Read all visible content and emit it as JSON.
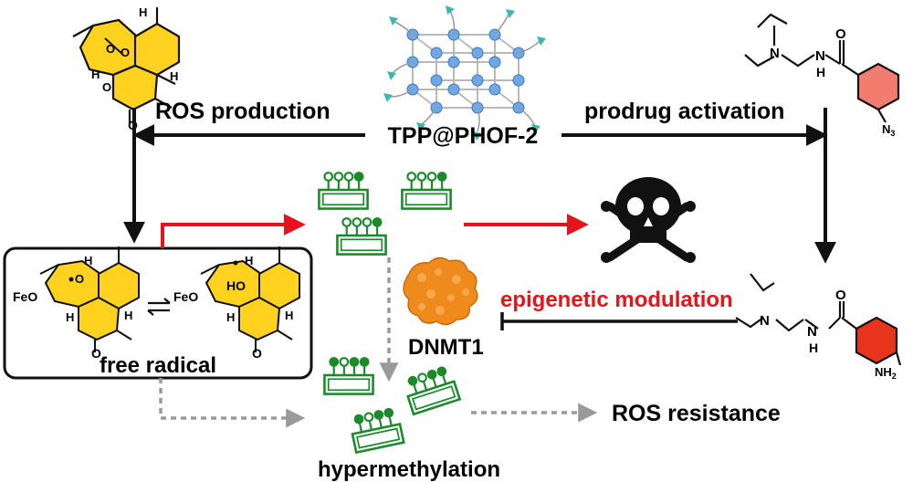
{
  "center": {
    "material": "TPP@PHOF-2"
  },
  "edges": {
    "left": "ROS production",
    "right": "prodrug activation",
    "epigenetic": "epigenetic modulation"
  },
  "nodes": {
    "free_radical": "free radical",
    "enzyme": "DNMT1",
    "hypermethylation": "hypermethylation",
    "ros_resistance": "ROS resistance"
  },
  "atoms": {
    "hydrogen": "H",
    "oxygen": "O",
    "nitrogen": "N",
    "feo": "FeO",
    "ho": "HO",
    "azide": "N3",
    "amine": "NH2",
    "amide_nh": "H"
  },
  "colors": {
    "arrow": "#111111",
    "red_arrow": "#e5141b",
    "dashed": "#9a9a9a",
    "green": "#1a8a2a",
    "yellow": "#ffd21f",
    "salmon": "#f27c6e",
    "red_ring": "#e8341c",
    "blue": "#6fa8e6",
    "teal": "#3fb6b0",
    "orange": "#ef8a1c"
  },
  "icons": [
    "skull-crossbones-icon",
    "dnmt1-protein-icon",
    "framework-cage-icon"
  ]
}
